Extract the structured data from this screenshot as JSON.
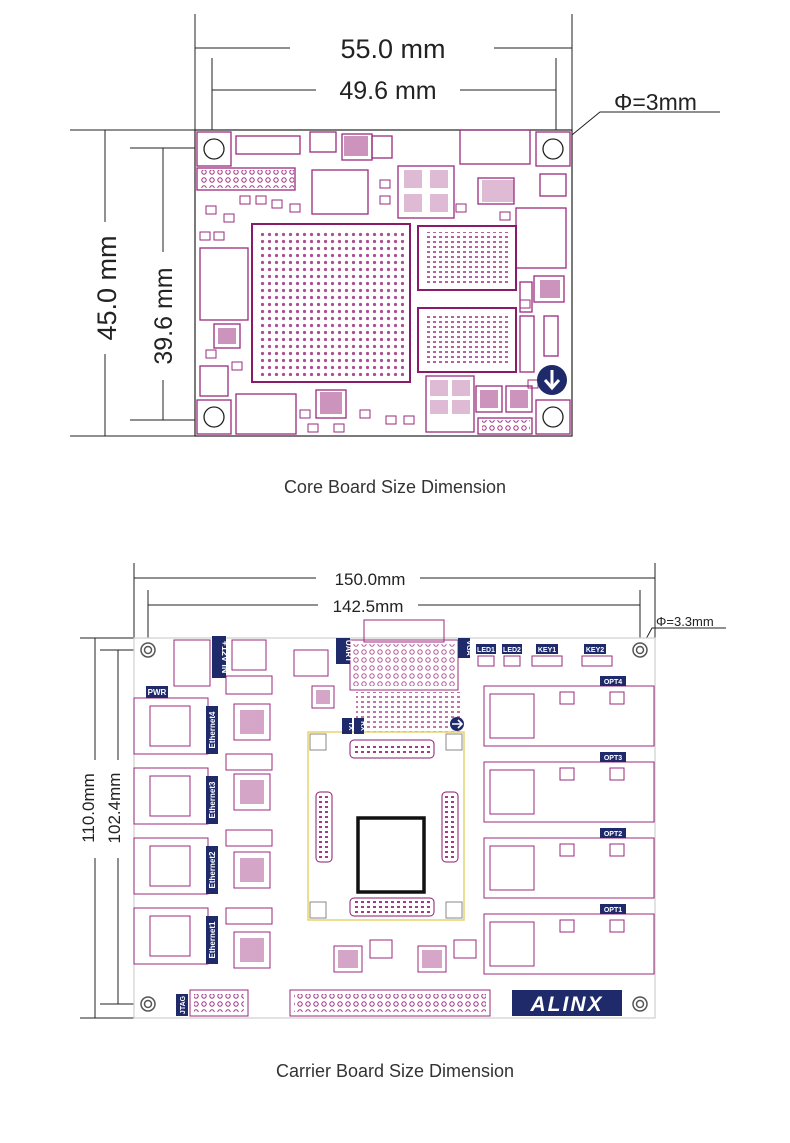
{
  "core_board": {
    "width_outer": "55.0 mm",
    "width_inner": "49.6 mm",
    "height_outer": "45.0 mm",
    "height_inner": "39.6 mm",
    "hole_diameter": "Φ=3mm",
    "caption": "Core Board Size Dimension"
  },
  "carrier_board": {
    "width_outer": "150.0mm",
    "width_inner": "142.5mm",
    "height_outer": "110.0mm",
    "height_inner": "102.4mm",
    "hole_diameter": "Φ=3.3mm",
    "caption": "Carrier Board Size Dimension",
    "labels": {
      "uart": "UART",
      "vga": "VGA",
      "dc_in": "+12V IN",
      "pwr": "PWR",
      "led1": "LED1",
      "led2": "LED2",
      "key1": "KEY1",
      "key2": "KEY2",
      "jtag": "JTAG",
      "tx": "TX",
      "rx": "RX",
      "ethernet": [
        "Ethernet4",
        "Ethernet3",
        "Ethernet2",
        "Ethernet1"
      ],
      "opt": [
        "OPT4",
        "OPT3",
        "OPT2",
        "OPT1"
      ],
      "brand": "ALINX"
    }
  },
  "colors": {
    "pcb_outline": "#8a1a6a",
    "silkscreen": "#9b2b7e",
    "label_bg": "#1f2a6b",
    "dimension_line": "#222222",
    "core_area": "#e9d36b"
  }
}
